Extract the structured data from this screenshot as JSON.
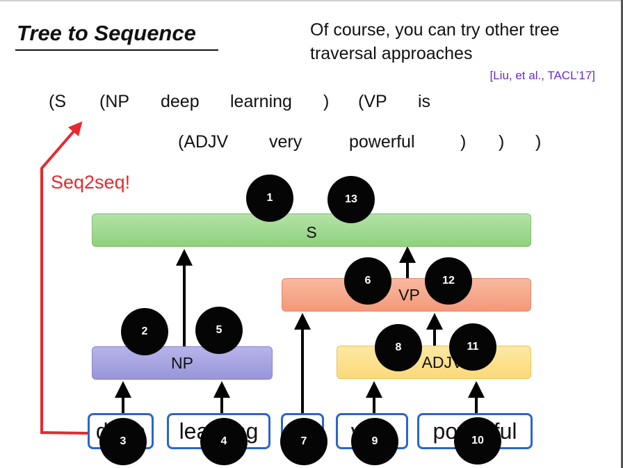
{
  "slide": {
    "title": "Tree to Sequence",
    "note": "Of course, you can try other tree traversal approaches",
    "citation": "[Liu, et al., TACL’17]",
    "seq2seq_label": "Seq2seq!"
  },
  "sequence": {
    "line1": [
      "(S",
      "(NP",
      "deep",
      "learning",
      ")",
      "(VP",
      "is"
    ],
    "line2": [
      "(ADJV",
      "very",
      "powerful",
      ")",
      ")",
      ")"
    ]
  },
  "tree": {
    "s_label": "S",
    "vp_label": "VP",
    "np_label": "NP",
    "adjv_label": "ADJV"
  },
  "words": {
    "w1": "deep",
    "w2": "learning",
    "w3": "is",
    "w4": "very",
    "w5": "powerful"
  },
  "steps": [
    "1",
    "2",
    "3",
    "4",
    "5",
    "6",
    "7",
    "8",
    "9",
    "10",
    "11",
    "12",
    "13"
  ],
  "colors": {
    "s_box": "#9dd88c",
    "vp_box": "#f5a486",
    "np_box": "#a5a2e0",
    "adjv_box": "#fcdf86",
    "word_border": "#2a66c8",
    "seq2seq_arrow": "#e8282e",
    "citation": "#6a2ad4",
    "step_circle": "#050505"
  }
}
